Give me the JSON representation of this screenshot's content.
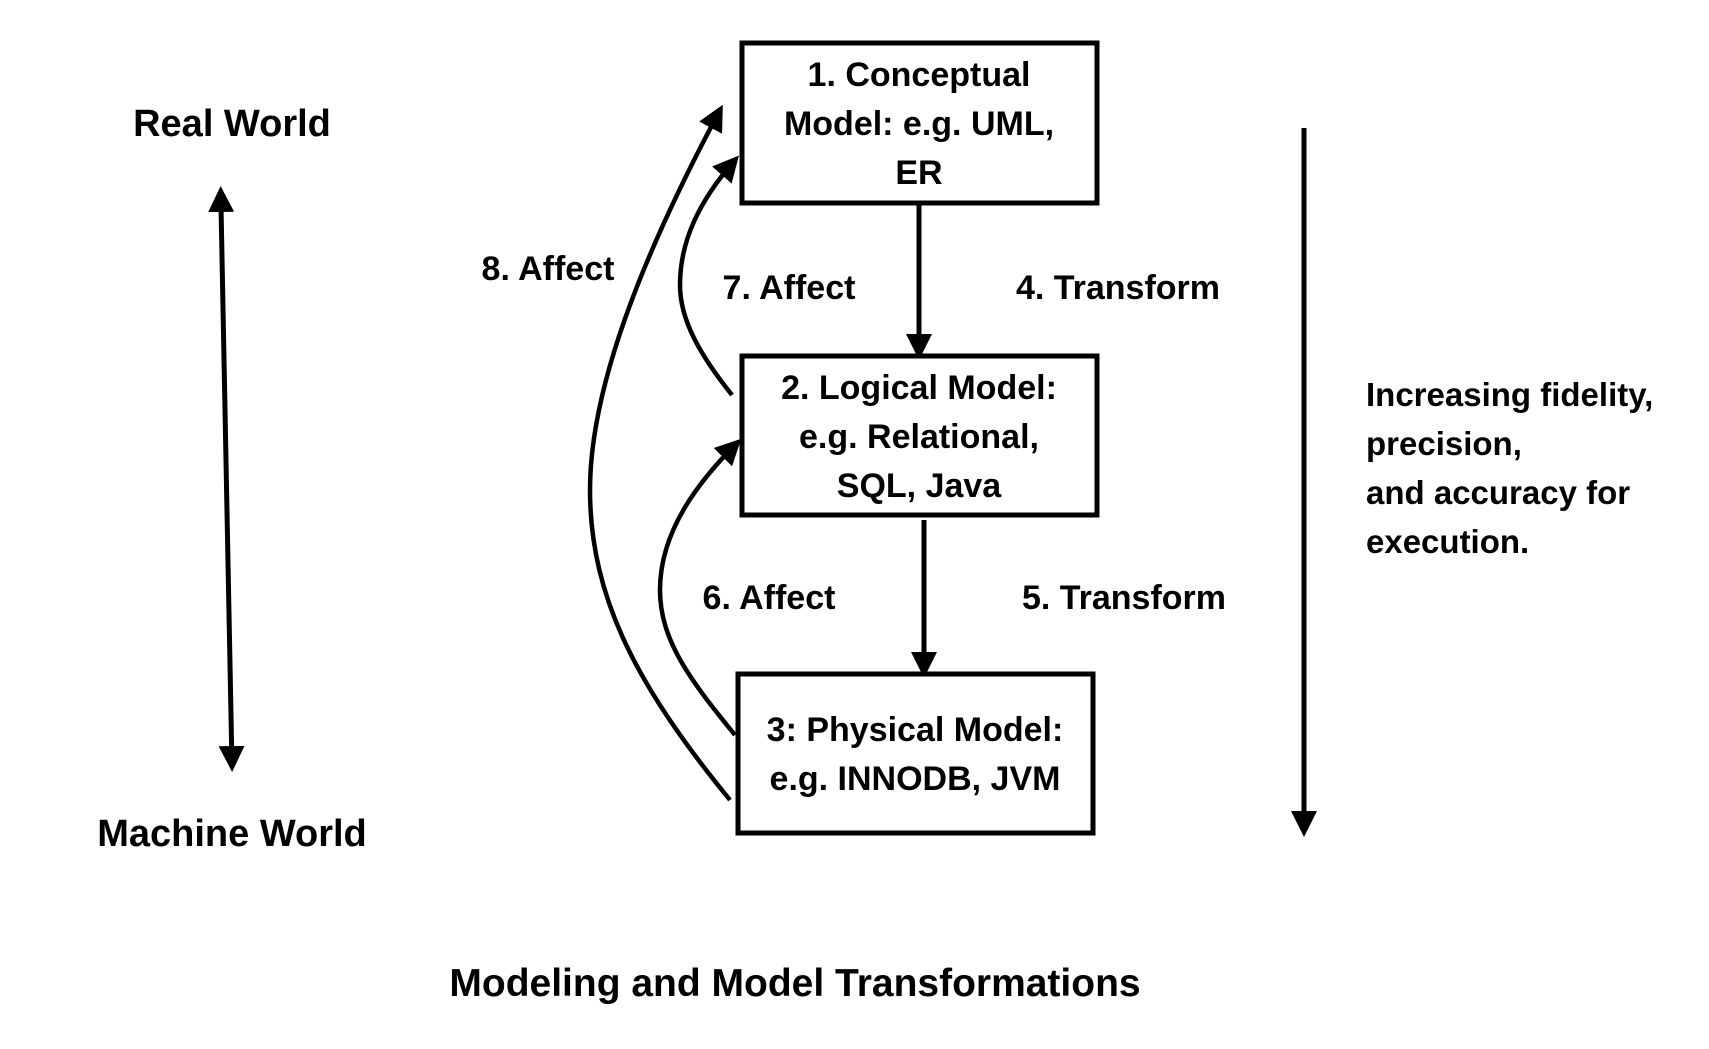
{
  "diagram": {
    "title": "Modeling and Model Transformations",
    "axis_left": {
      "top_label": "Real World",
      "bottom_label": "Machine World",
      "direction": "bidirectional"
    },
    "nodes": [
      {
        "id": "conceptual",
        "lines": [
          "1. Conceptual",
          "Model: e.g. UML,",
          "ER"
        ]
      },
      {
        "id": "logical",
        "lines": [
          "2. Logical Model:",
          "e.g. Relational,",
          "SQL, Java"
        ]
      },
      {
        "id": "physical",
        "lines": [
          "3: Physical Model:",
          "e.g. INNODB, JVM"
        ]
      }
    ],
    "edges": [
      {
        "id": "e4",
        "from": "conceptual",
        "to": "logical",
        "label": "4. Transform"
      },
      {
        "id": "e5",
        "from": "logical",
        "to": "physical",
        "label": "5. Transform"
      },
      {
        "id": "e6",
        "from": "physical",
        "to": "logical",
        "label": "6. Affect"
      },
      {
        "id": "e7",
        "from": "logical",
        "to": "conceptual",
        "label": "7. Affect"
      },
      {
        "id": "e8",
        "from": "physical",
        "to": "conceptual",
        "label": "8. Affect"
      }
    ],
    "axis_right": {
      "direction": "down",
      "lines": [
        "Increasing fidelity,",
        "precision,",
        "and accuracy for",
        "execution."
      ]
    },
    "colors": {
      "stroke": "#000000",
      "background": "#ffffff"
    }
  }
}
